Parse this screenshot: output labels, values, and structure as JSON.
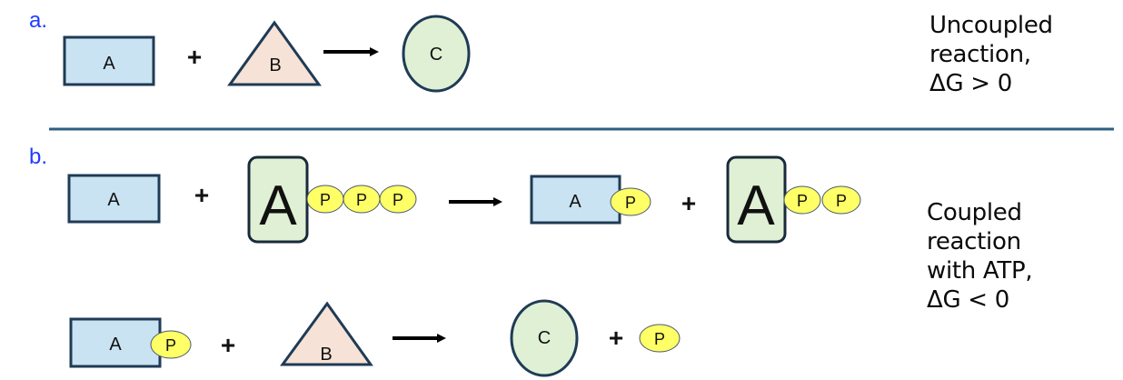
{
  "colors": {
    "panel_label": "#1f3cff",
    "outline": "#1f3b55",
    "divider": "#2e5f80",
    "box_a_fill": "#c9e3f2",
    "triangle_b_fill": "#f6e2d6",
    "circle_c_fill": "#dff0d4",
    "adenosine_fill": "#dff0d4",
    "phosphate_fill": "#ffff66",
    "phosphate_stroke": "#4b5a70",
    "arrow": "#000000"
  },
  "panel_a": {
    "label": "a.",
    "reactant_1": "A",
    "plus": "+",
    "reactant_2": "B",
    "product": "C",
    "description": [
      "Uncoupled",
      "reaction,",
      "ΔG > 0"
    ]
  },
  "panel_b": {
    "label": "b.",
    "step_1": {
      "reactant_1": "A",
      "plus_1": "+",
      "atp_base": "A",
      "atp_phosphates": [
        "P",
        "P",
        "P"
      ],
      "product_1_base": "A",
      "product_1_phosphate": "P",
      "plus_2": "+",
      "adp_base": "A",
      "adp_phosphates": [
        "P",
        "P"
      ]
    },
    "step_2": {
      "reactant_1_base": "A",
      "reactant_1_phosphate": "P",
      "plus_1": "+",
      "reactant_2": "B",
      "product": "C",
      "plus_2": "+",
      "free_phosphate": "P"
    },
    "description": [
      "Coupled",
      "reaction",
      "with ATP,",
      "ΔG < 0"
    ]
  }
}
